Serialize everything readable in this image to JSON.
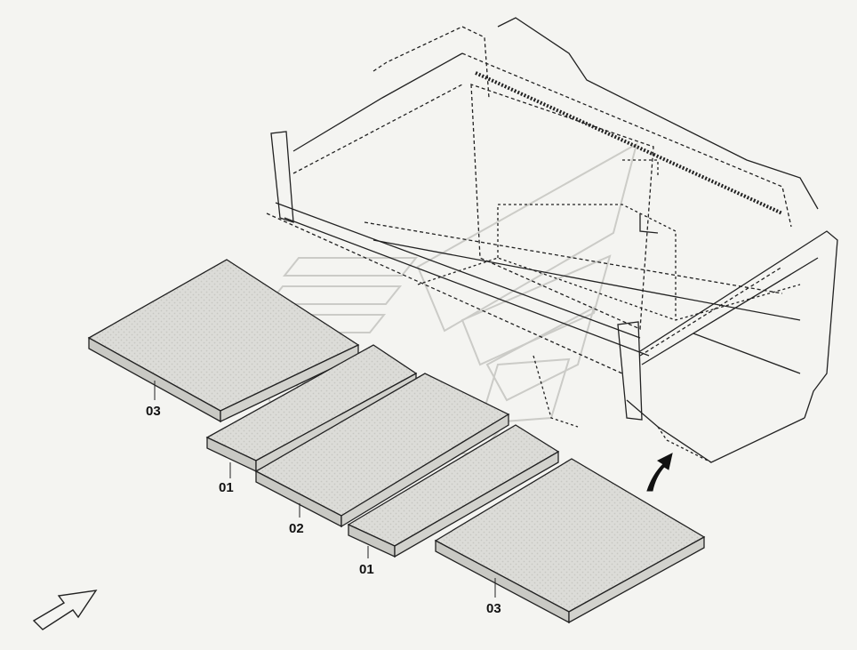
{
  "diagram": {
    "colors": {
      "background": "#f4f4f1",
      "line": "#222222",
      "pad_top": "#dcdcd8",
      "pad_side": "#c9c9c4",
      "watermark": "#d8d8d4"
    },
    "callouts": [
      {
        "id": "pad-left-large",
        "label": "03"
      },
      {
        "id": "pad-small-1",
        "label": "01"
      },
      {
        "id": "pad-middle",
        "label": "02"
      },
      {
        "id": "pad-small-2",
        "label": "01"
      },
      {
        "id": "pad-right-large",
        "label": "03"
      }
    ],
    "icons": {
      "direction": "direction-arrow-icon",
      "install": "install-arrow-icon"
    }
  }
}
